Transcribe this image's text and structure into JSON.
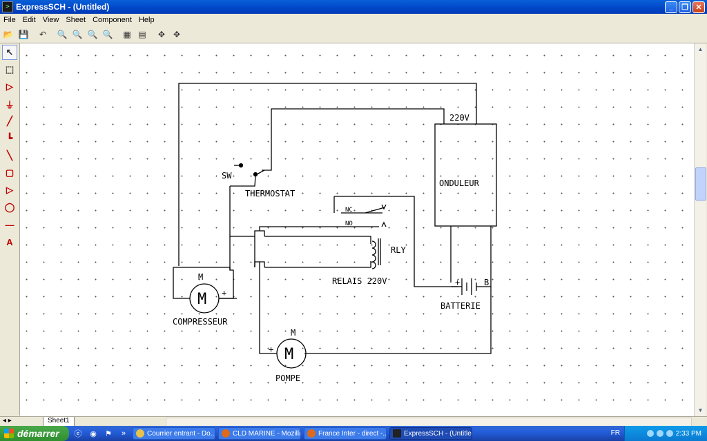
{
  "window": {
    "title": "ExpressSCH - (Untitled)",
    "icon": "expresssch-app-icon",
    "controls": [
      "minimize",
      "maximize",
      "close"
    ]
  },
  "menu": [
    "File",
    "Edit",
    "View",
    "Sheet",
    "Component",
    "Help"
  ],
  "toolbar": [
    "open-icon",
    "save-icon",
    "undo-icon",
    "zoom-in-icon",
    "zoom-out-icon",
    "zoom-area-icon",
    "zoom-fit-icon",
    "sheet-properties-icon",
    "sheet-icon",
    "move-icon",
    "rotate-icon"
  ],
  "palette": [
    "select-arrow-icon",
    "select-area-icon",
    "component-icon",
    "ground-icon",
    "wire-icon",
    "junction-icon",
    "bus-icon",
    "part-icon",
    "arrow-icon",
    "circle-icon",
    "pin-icon",
    "text-icon"
  ],
  "schematic": {
    "labels": {
      "sw": "SW",
      "thermostat": "THERMOSTAT",
      "v220": "220V",
      "onduleur": "ONDULEUR",
      "nc": "NC",
      "no": "NO",
      "rly": "RLY",
      "relais": "RELAIS 220V",
      "batterie_plus": "+",
      "batterie_b": "B",
      "batterie": "BATTERIE",
      "compresseur_m": "M",
      "compresseur_plus": "+",
      "compresseur": "COMPRESSEUR",
      "pompe_m": "M",
      "pompe_plus": "+",
      "pompe": "POMPE",
      "motor_symbol": "M"
    }
  },
  "sheet_tab": "Sheet1",
  "taskbar": {
    "start": "démarrer",
    "tasks": [
      {
        "label": "Courrier entrant - Do...",
        "color": "#e8c34a"
      },
      {
        "label": "CLD MARINE - Mozilla...",
        "color": "#e06a1b"
      },
      {
        "label": "France Inter - direct -...",
        "color": "#e06a1b"
      },
      {
        "label": "ExpressSCH - (Untitled)",
        "color": "#222222"
      }
    ],
    "language": "FR",
    "clock": "2:33 PM"
  }
}
